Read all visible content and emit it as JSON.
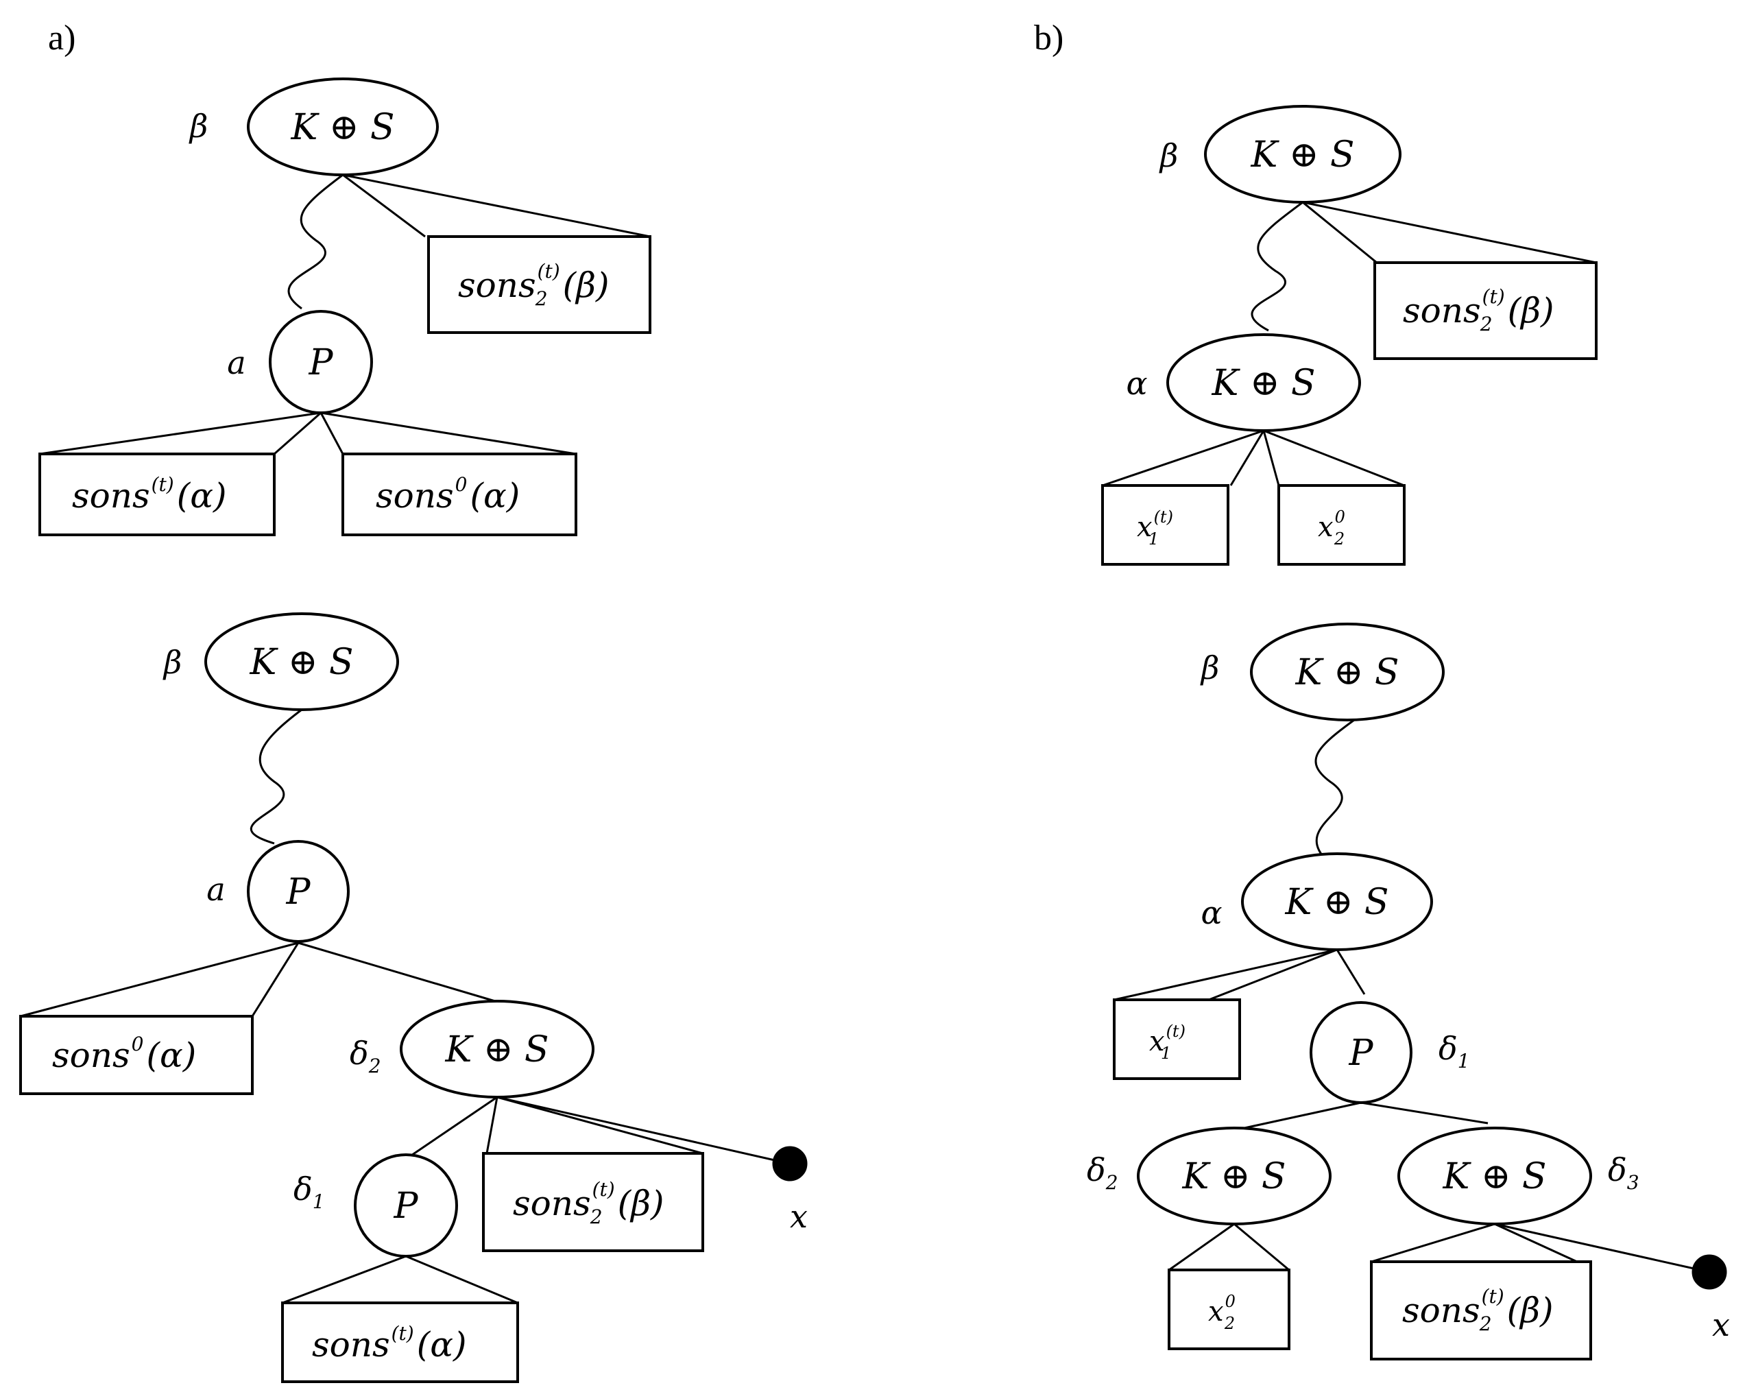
{
  "panels": {
    "a": "a)",
    "b": "b)"
  },
  "labels": {
    "beta": "β",
    "alpha": "α",
    "alpha_latin": "a",
    "delta": "δ",
    "sub1": "1",
    "sub2": "2",
    "sub3": "3",
    "x": "x"
  },
  "nodes": {
    "ks": "K ⊕ S",
    "p": "P"
  },
  "boxes": {
    "sons_t_alpha_base": "sons",
    "sons_t_alpha_sup": "(t)",
    "sons_t_alpha_arg": "(α)",
    "sons_0_alpha_base": "sons",
    "sons_0_alpha_sup": "0",
    "sons_0_alpha_arg": "(α)",
    "sons2_beta_base": "sons",
    "sons2_beta_sub": "2",
    "sons2_beta_sup": "(t)",
    "sons2_beta_arg": "(β)",
    "x1t_base": "x",
    "x1t_sub": "1",
    "x1t_sup": "(t)",
    "x20_base": "x",
    "x20_sub": "2",
    "x20_sup": "0"
  }
}
